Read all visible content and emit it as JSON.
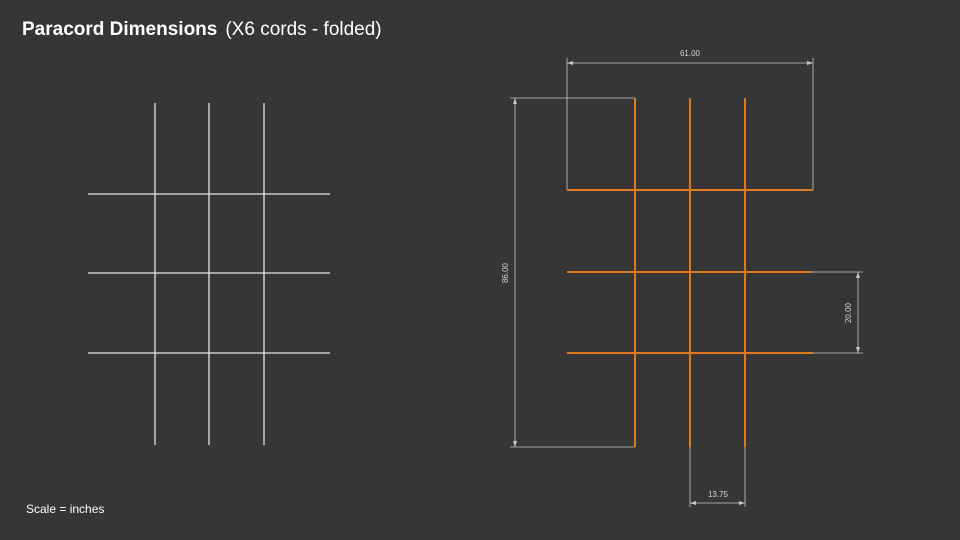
{
  "title": {
    "bold": "Paracord Dimensions",
    "subtitle": "(X6 cords - folded)"
  },
  "footer": {
    "scale": "Scale = inches"
  },
  "colors": {
    "background": "#363636",
    "plain_cords": "#e6e6e6",
    "highlight_cords": "#e07a1f",
    "dimension_lines": "#c8c8c8",
    "dimension_text": "#d8d8d8"
  },
  "dimensions": {
    "width": "61.00",
    "height": "86.00",
    "row_spacing": "20.00",
    "column_spacing": "13.75"
  }
}
